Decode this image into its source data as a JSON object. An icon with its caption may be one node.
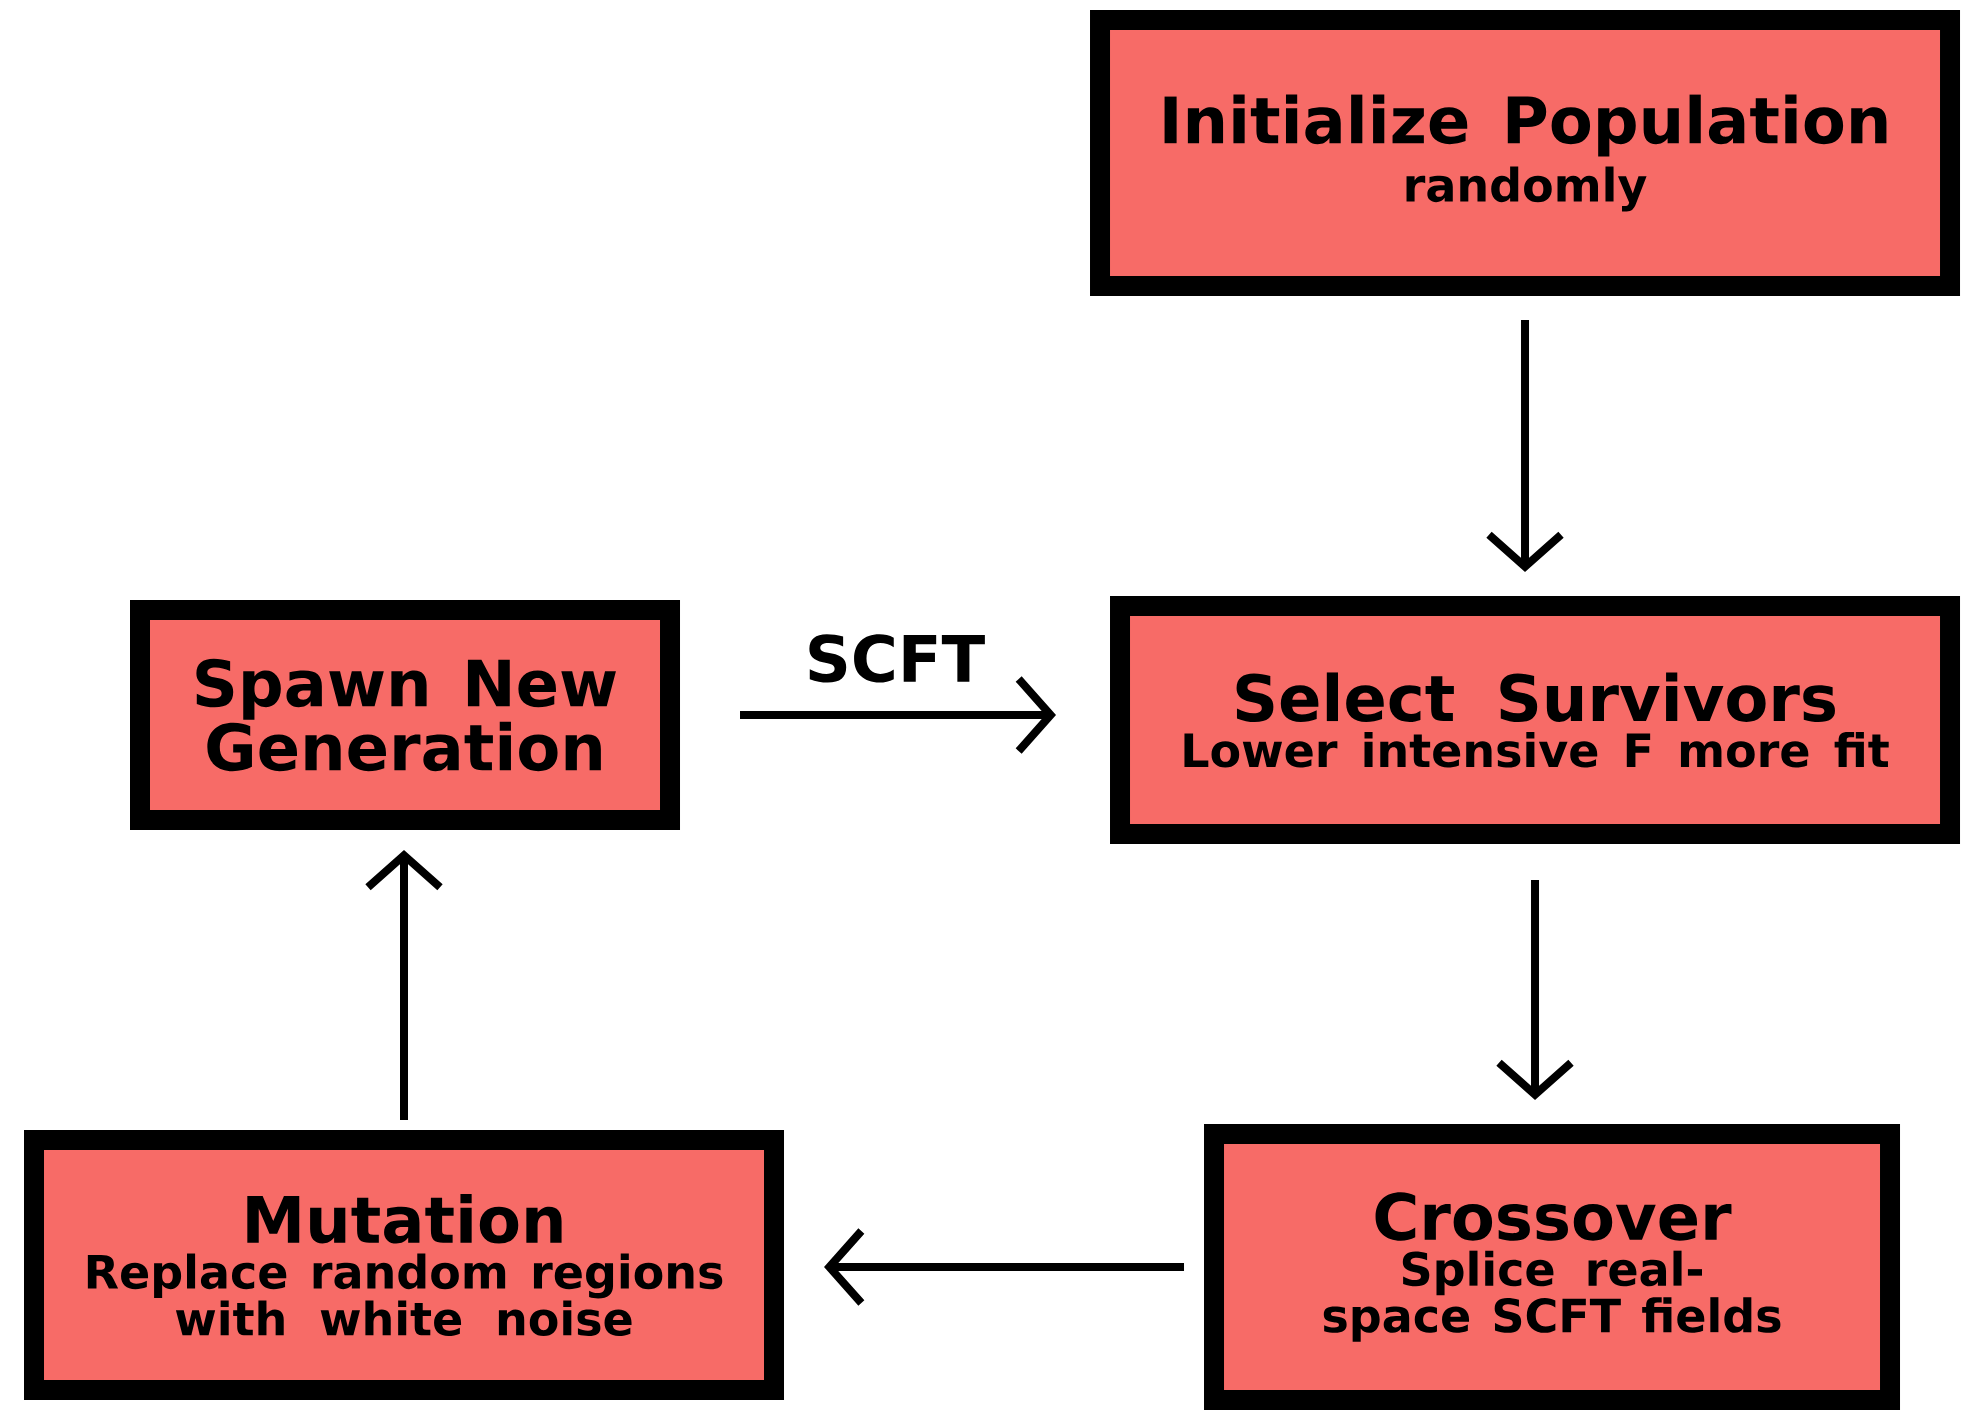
{
  "diagram": {
    "nodes": [
      {
        "text": [
          "Initialize Population",
          "randomly"
        ]
      },
      {
        "text": [
          "Spawn New Generation"
        ]
      },
      {
        "text": [
          "Select Survivors",
          "Lower intensive F more fit"
        ]
      },
      {
        "text": [
          "Mutation",
          "Replace random regions with white noise"
        ]
      },
      {
        "text": [
          "Crossover",
          "Splice real-space SCFT fields"
        ]
      }
    ],
    "edges": [
      {
        "from": 0,
        "to": 2,
        "arrow": "to"
      },
      {
        "from": 1,
        "to": 2,
        "arrow": "to",
        "label": "SCFT"
      },
      {
        "from": 2,
        "to": 4,
        "arrow": "to"
      },
      {
        "from": 4,
        "to": 3,
        "arrow": "to"
      },
      {
        "from": 3,
        "to": 1,
        "arrow": "to"
      }
    ]
  }
}
